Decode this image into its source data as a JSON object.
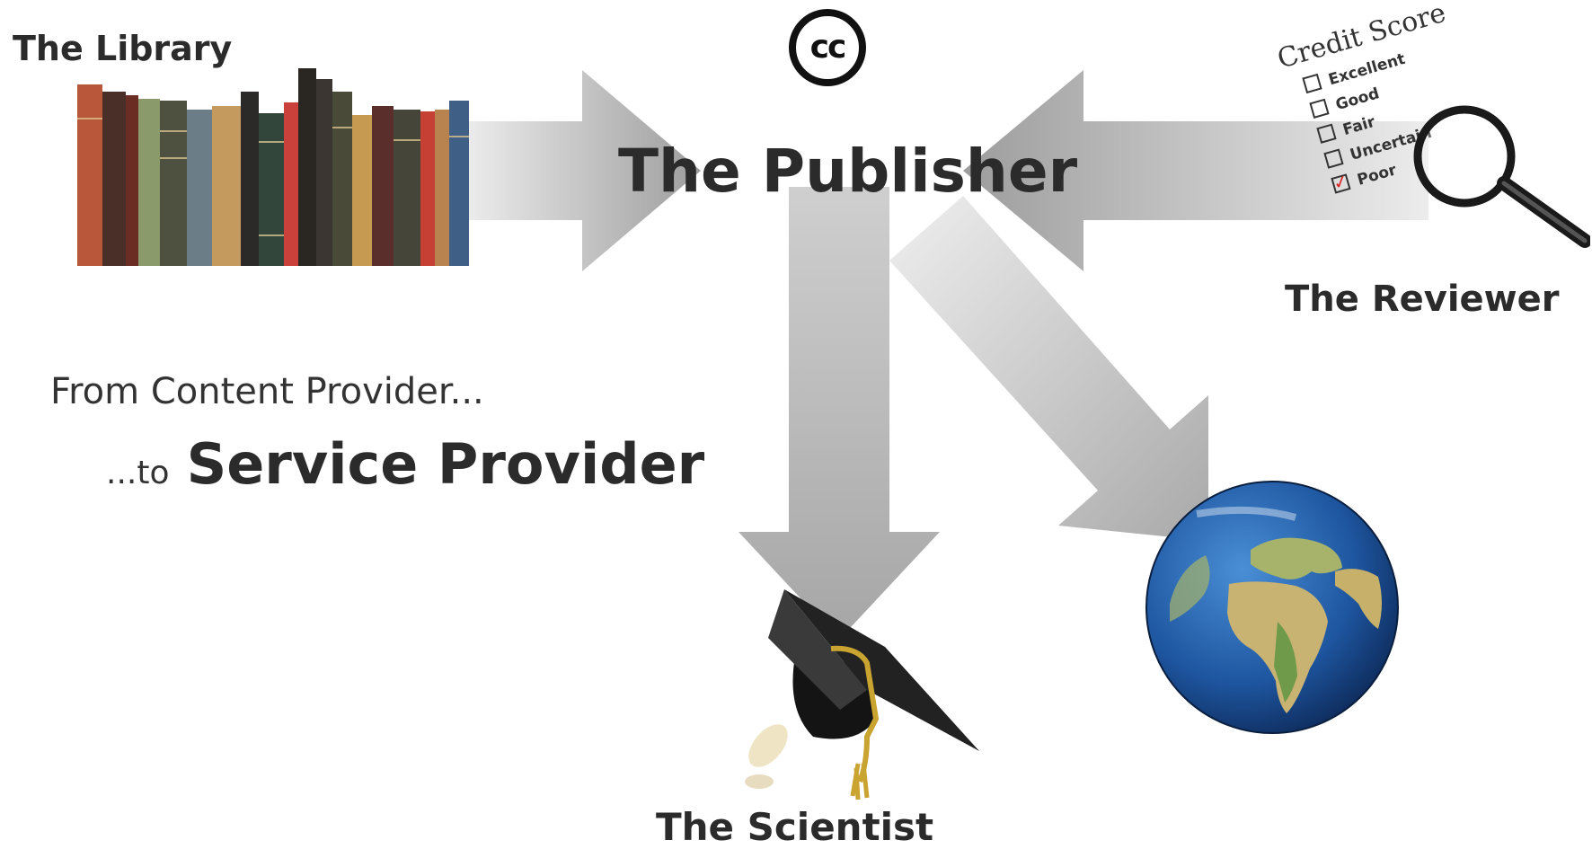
{
  "nodes": {
    "library": "The Library",
    "publisher": "The Publisher",
    "reviewer": "The Reviewer",
    "scientist": "The Scientist"
  },
  "cc_logo": "cc",
  "tagline": {
    "line1": "From Content Provider...",
    "prefix": "...to",
    "emphasis": "Service Provider"
  },
  "credit_score": {
    "title": "Credit Score",
    "options": [
      "Excellent",
      "Good",
      "Fair",
      "Uncertain",
      "Poor"
    ],
    "checked": "Poor"
  },
  "icons": [
    "books-image",
    "cc-logo",
    "credit-score-image",
    "magnifier-icon",
    "graduation-cap-image",
    "earth-globe-image"
  ],
  "colors": {
    "arrow_light": "#e6e6e6",
    "arrow_dark": "#a9a9a9",
    "text": "#2b2b2b"
  }
}
